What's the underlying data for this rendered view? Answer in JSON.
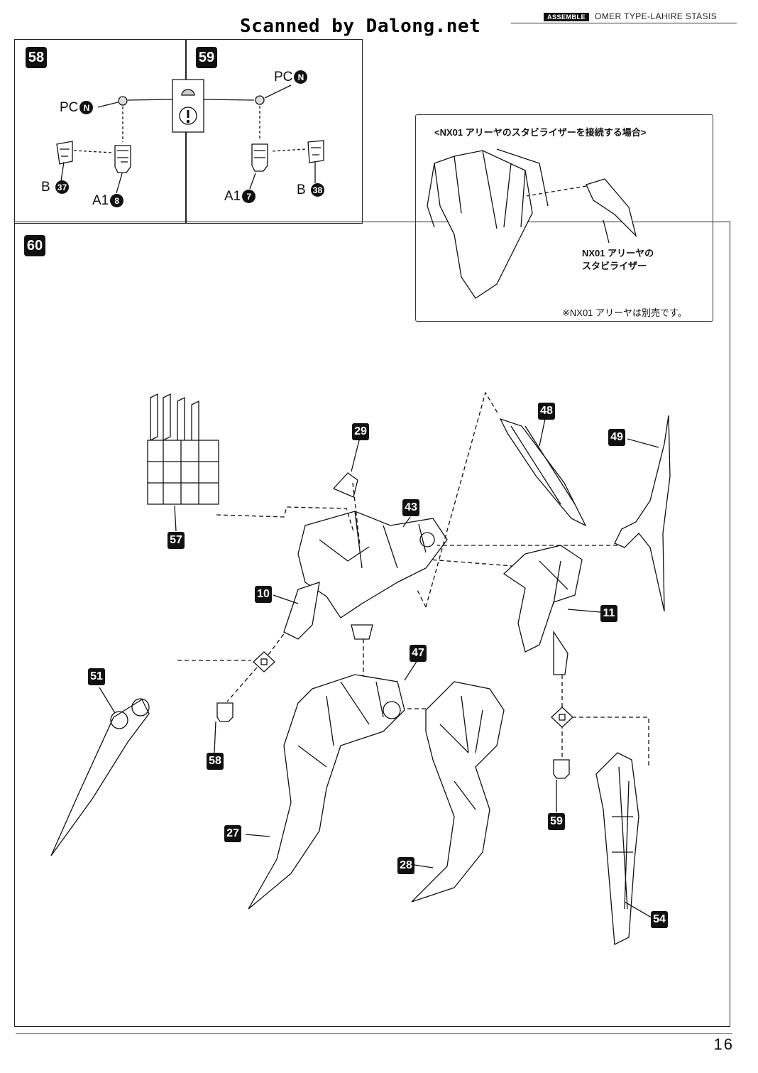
{
  "header": {
    "scanned": "Scanned by Dalong.net",
    "assemble_tag": "ASSEMBLE",
    "series": "OMER TYPE-LAHIRE STASIS"
  },
  "steps": {
    "s58": {
      "number": "58",
      "pc_label": "PC",
      "pc_part": "N",
      "b_label": "B",
      "b_part": "37",
      "a_label": "A1",
      "a_part": "8"
    },
    "s59": {
      "number": "59",
      "pc_label": "PC",
      "pc_part": "N",
      "b_label": "B",
      "b_part": "38",
      "a_label": "A1",
      "a_part": "7"
    },
    "s60": {
      "number": "60"
    }
  },
  "note": {
    "title": "<NX01 アリーヤのスタビライザーを接続する場合>",
    "label_line1": "NX01 アリーヤの",
    "label_line2": "スタビライザー",
    "footer": "※NX01 アリーヤは別売です。"
  },
  "callouts": {
    "c57": "57",
    "c29": "29",
    "c43": "43",
    "c48": "48",
    "c49": "49",
    "c10": "10",
    "c11": "11",
    "c51": "51",
    "c47": "47",
    "c58": "58",
    "c27": "27",
    "c28": "28",
    "c59": "59",
    "c54": "54"
  },
  "page_number": "16"
}
